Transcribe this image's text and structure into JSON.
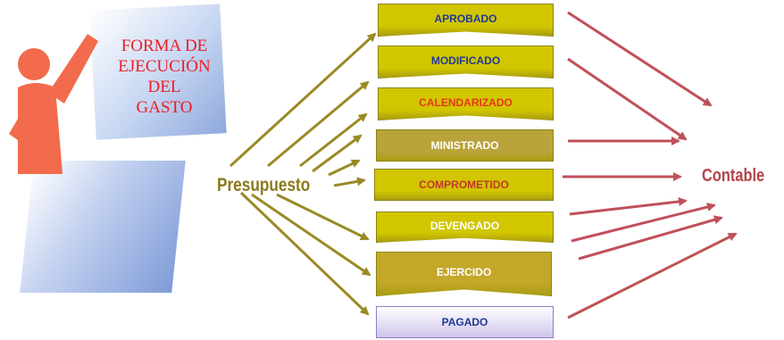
{
  "left_panel": {
    "title": "FORMA DE\nEJECUCIÓN\nDEL\nGASTO"
  },
  "source_label": "Presupuesto",
  "target_label": "Contable",
  "stages": [
    {
      "label": "APROBADO",
      "text_color": "#1f3a93",
      "fill": "#d2c600"
    },
    {
      "label": "MODIFICADO",
      "text_color": "#1f3a93",
      "fill": "#d2c600"
    },
    {
      "label": "CALENDARIZADO",
      "text_color": "#e8361e",
      "fill": "#d2c600"
    },
    {
      "label": "MINISTRADO",
      "text_color": "#ffffff",
      "fill": "#b8a43a"
    },
    {
      "label": "COMPROMETIDO",
      "text_color": "#c0392b",
      "fill": "#d2c600"
    },
    {
      "label": "DEVENGADO",
      "text_color": "#ffffff",
      "fill": "#d2c600"
    },
    {
      "label": "EJERCIDO",
      "text_color": "#ffffff",
      "fill": "#c4a82a"
    },
    {
      "label": "PAGADO",
      "text_color": "#1f3a93",
      "fill": "#cfc4ec"
    }
  ],
  "colors": {
    "input_arrow": "#9a8a26",
    "output_arrow": "#c0505a"
  }
}
